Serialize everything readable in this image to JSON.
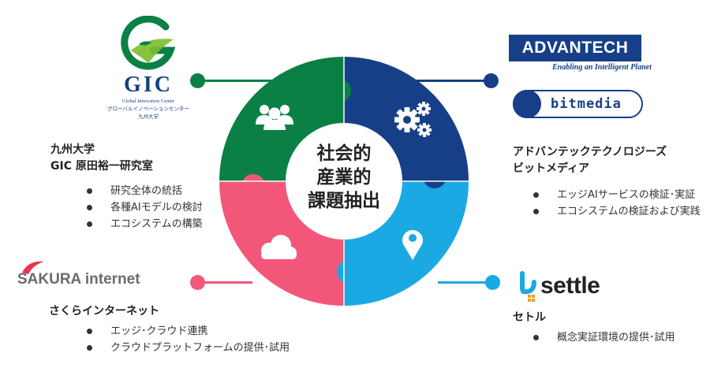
{
  "center": {
    "line1": "社会的",
    "line2": "産業的",
    "line3": "課題抽出"
  },
  "colors": {
    "green": "#0a8045",
    "navy": "#163f87",
    "pink": "#f2577a",
    "sky": "#1aa9e3"
  },
  "icons": {
    "green": "people-group-icon",
    "navy": "gears-icon",
    "pink": "cloud-icon",
    "sky": "location-pin-icon"
  },
  "gic": {
    "logo_text": "GIC",
    "logo_sub1": "Global Innovation Center",
    "logo_sub2": "グローバルイノベーションセンター",
    "logo_sub3": "九州大学",
    "org_line1": "九州大学",
    "org_line2": "GIC 原田裕一研究室",
    "bullets": [
      "研究全体の統括",
      "各種AIモデルの検討",
      "エコシステムの構築"
    ]
  },
  "advantech": {
    "logo_text": "ADVANTECH",
    "tagline": "Enabling an Intelligent Planet",
    "bitmedia_logo": "bitmedia",
    "org_line1": "アドバンテックテクノロジーズ",
    "org_line2": "ビットメディア",
    "bullets": [
      "エッジAIサービスの検証･実証",
      "エコシステムの検証および実践"
    ]
  },
  "sakura": {
    "logo_text": "SAKURA internet",
    "org_line1": "さくらインターネット",
    "bullets": [
      "エッジ･クラウド連携",
      "クラウドプラットフォームの提供･試用"
    ]
  },
  "settle": {
    "logo_text": "settle",
    "org_line1": "セトル",
    "bullets": [
      "概念実証環境の提供･試用"
    ]
  }
}
